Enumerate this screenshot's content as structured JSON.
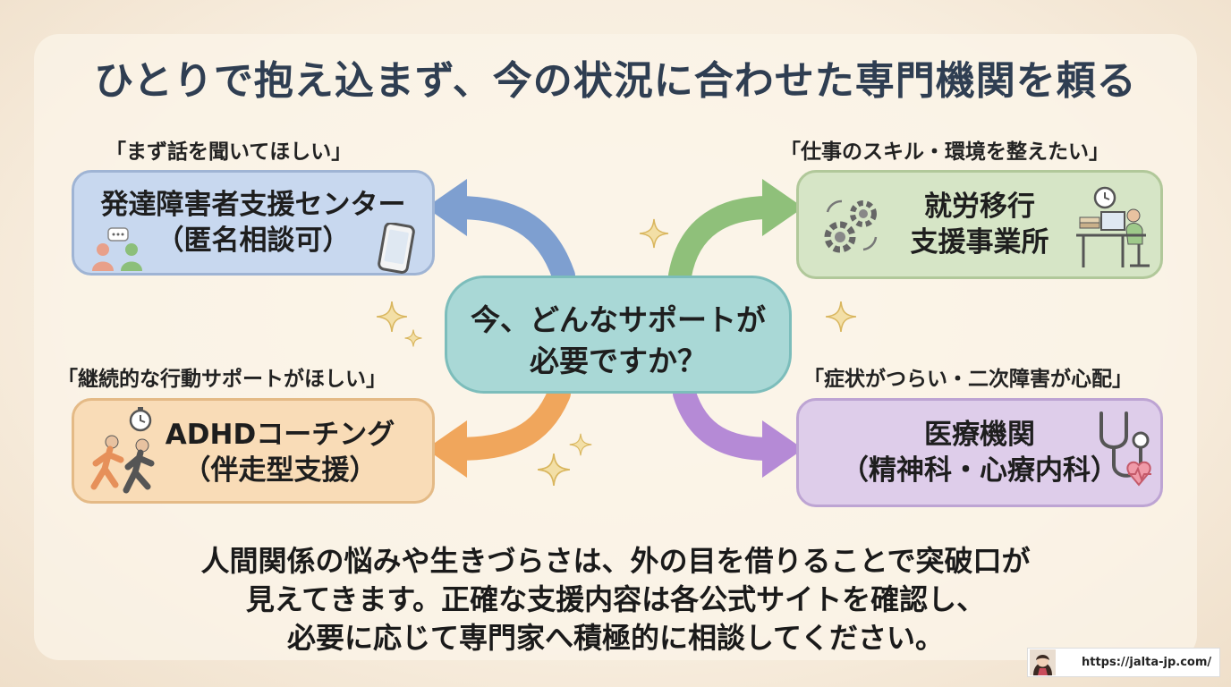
{
  "title": "ひとりで抱え込まず、今の状況に合わせた専門機関を頼る",
  "center": {
    "line1": "今、どんなサポートが",
    "line2": "必要ですか？"
  },
  "branches": {
    "top_left": {
      "quote": "「まず話を聞いてほしい」",
      "name_line1": "発達障害者支援センター",
      "name_line2": "（匿名相談可）",
      "color": "#c8d8ef",
      "arrow_color": "#7e9fd0"
    },
    "top_right": {
      "quote": "「仕事のスキル・環境を整えたい」",
      "name_line1": "就労移行",
      "name_line2": "支援事業所",
      "color": "#d6e5c6",
      "arrow_color": "#8fc07a"
    },
    "bottom_left": {
      "quote": "「継続的な行動サポートがほしい」",
      "name_line1": "ADHDコーチング",
      "name_line2": "（伴走型支援）",
      "color": "#f9dcb7",
      "arrow_color": "#f0a65c"
    },
    "bottom_right": {
      "quote": "「症状がつらい・二次障害が心配」",
      "name_line1": "医療機関",
      "name_line2": "（精神科・心療内科）",
      "color": "#decdea",
      "arrow_color": "#b58ad6"
    }
  },
  "message": {
    "line1": "人間関係の悩みや生きづらさは、外の目を借りることで突破口が",
    "line2": "見えてきます。正確な支援内容は各公式サイトを確認し、",
    "line3": "必要に応じて専門家へ積極的に相談してください。"
  },
  "footer": {
    "url": "https://jalta-jp.com/"
  },
  "icons": {
    "top_left": [
      "people-chat-icon",
      "smartphone-icon"
    ],
    "top_right": [
      "gears-icon",
      "desk-worker-icon"
    ],
    "bottom_left": [
      "runners-stopwatch-icon"
    ],
    "bottom_right": [
      "stethoscope-heart-icon"
    ],
    "decor": "sparkle-icon"
  }
}
